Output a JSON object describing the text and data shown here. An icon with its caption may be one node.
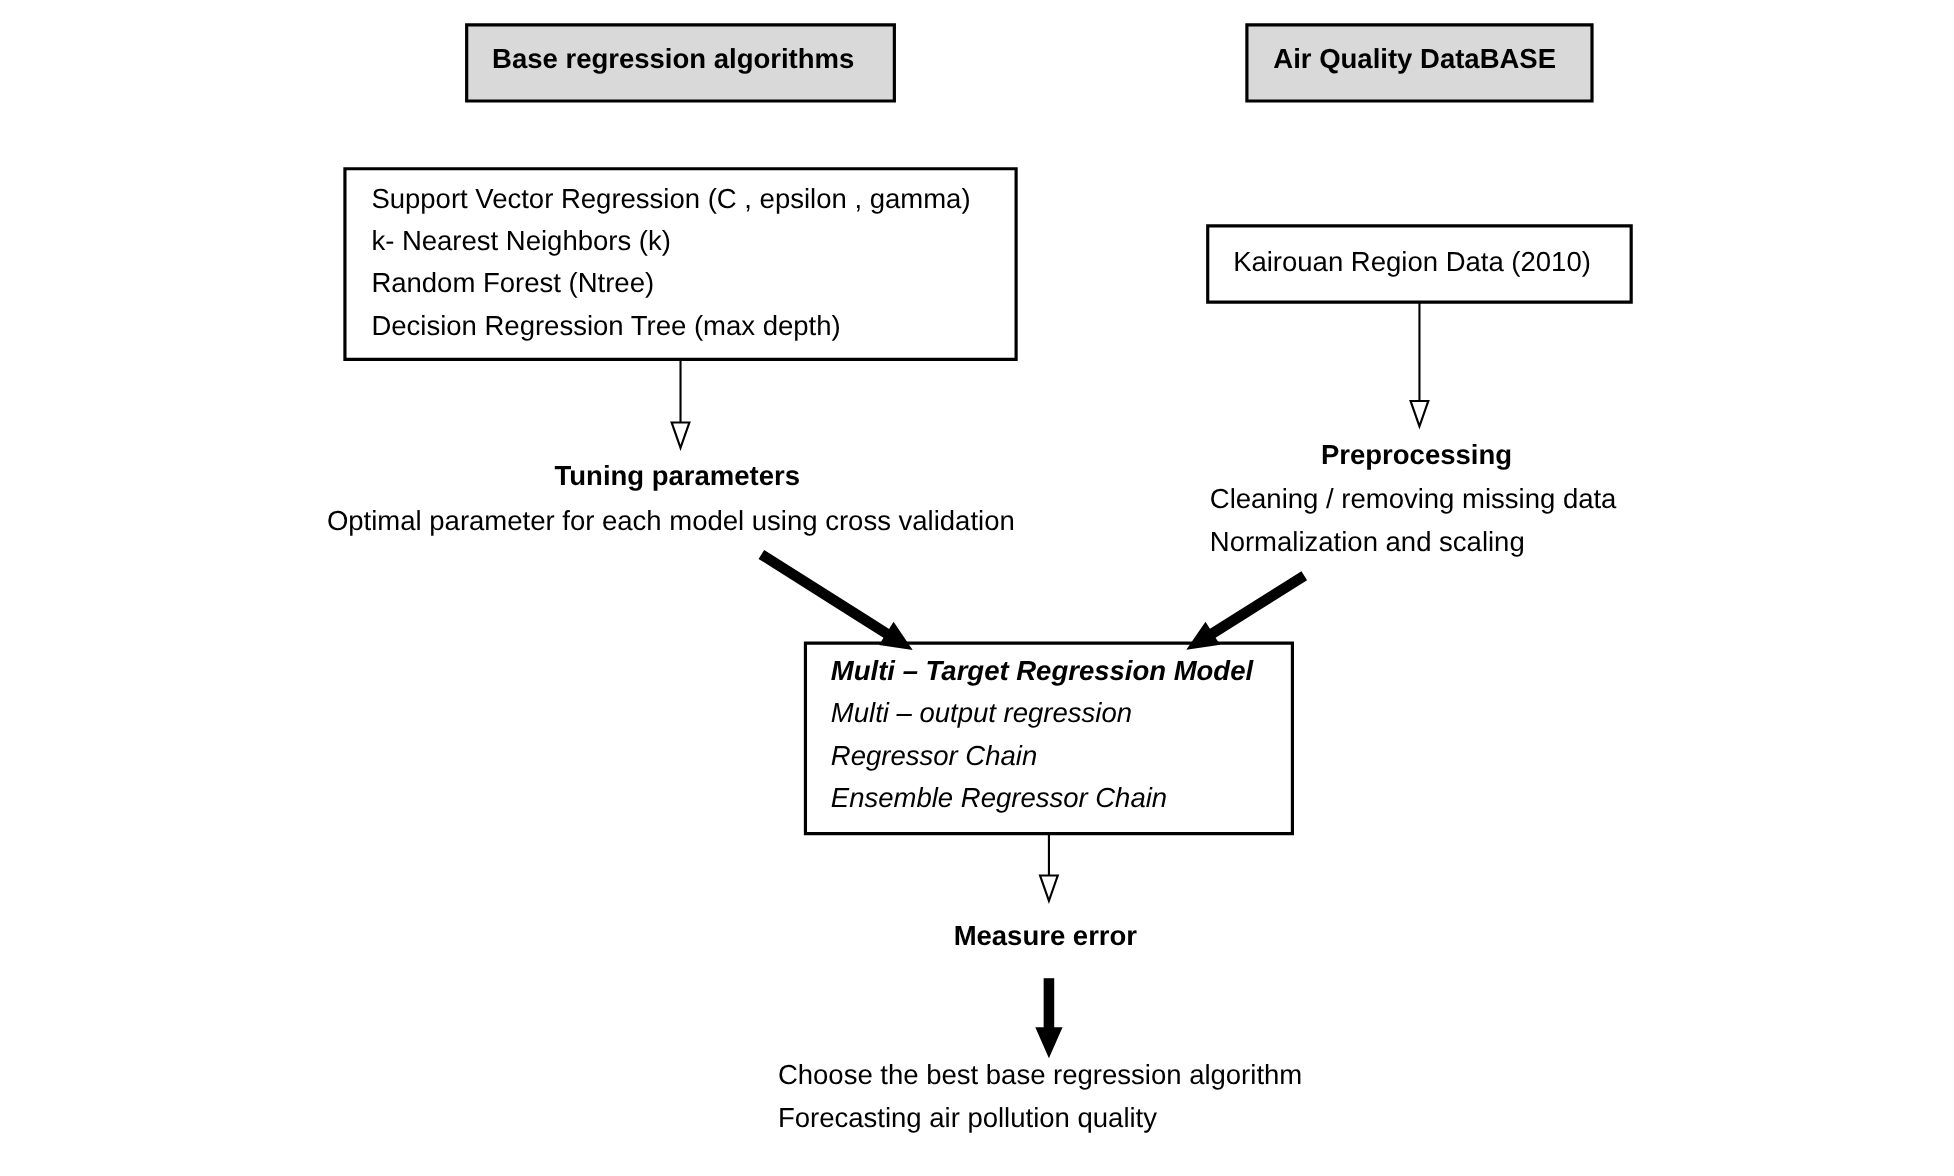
{
  "diagram": {
    "nodes": [
      {
        "text": [
          "Base regression algorithms"
        ]
      },
      {
        "text": [
          "Support Vector Regression (C , epsilon , gamma)",
          "k- Nearest Neighbors (k)",
          "Random Forest (Ntree)",
          "Decision Regression Tree (max depth)"
        ]
      },
      {
        "text": [
          "Tuning parameters",
          "Optimal parameter for each model using cross validation"
        ]
      },
      {
        "text": [
          "Air Quality DataBASE"
        ]
      },
      {
        "text": [
          "Kairouan Region Data (2010)"
        ]
      },
      {
        "text": [
          "Preprocessing",
          "Cleaning / removing missing data",
          "Normalization and scaling"
        ]
      },
      {
        "text": [
          "Multi – Target Regression Model",
          "Multi – output regression",
          "Regressor Chain",
          "Ensemble Regressor Chain"
        ]
      },
      {
        "text": [
          "Measure error"
        ]
      },
      {
        "text": [
          "Choose the best base regression algorithm",
          "Forecasting air pollution quality"
        ]
      }
    ],
    "edges": [
      {
        "from": 1,
        "to": 2,
        "arrow": "to"
      },
      {
        "from": 4,
        "to": 5,
        "arrow": "to"
      },
      {
        "from": 2,
        "to": 6,
        "arrow": "to",
        "style": "thick"
      },
      {
        "from": 5,
        "to": 6,
        "arrow": "to",
        "style": "thick"
      },
      {
        "from": 6,
        "to": 7,
        "arrow": "to"
      },
      {
        "from": 7,
        "to": 8,
        "arrow": "to",
        "style": "thick"
      }
    ]
  }
}
